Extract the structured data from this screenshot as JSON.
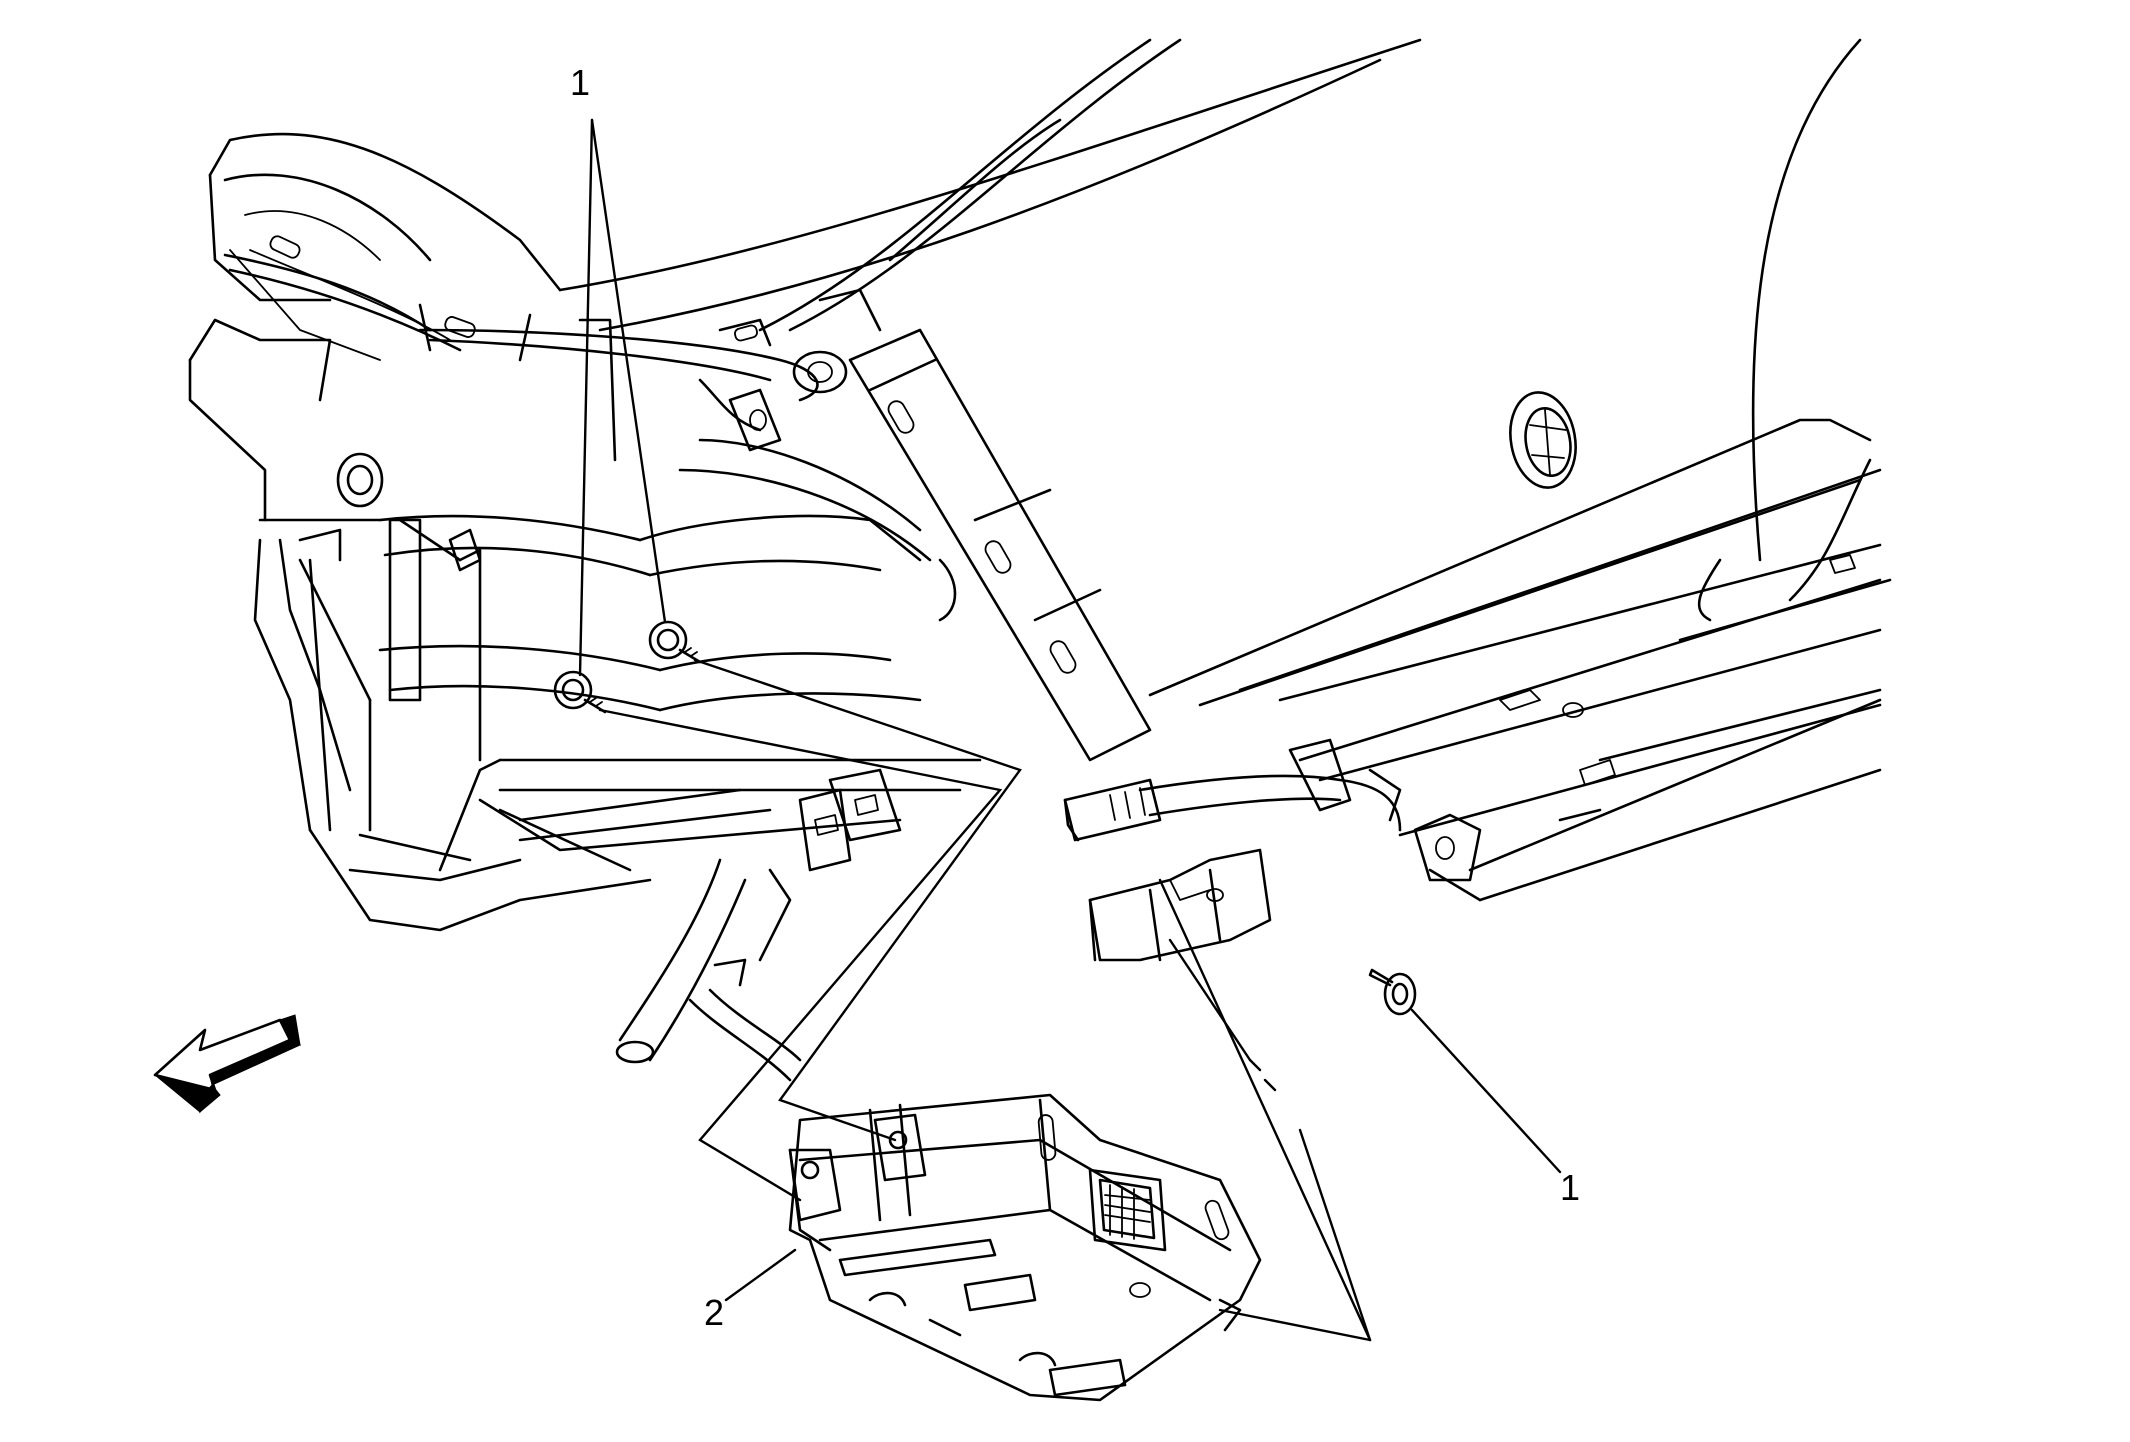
{
  "callouts": {
    "fastener_top": "1",
    "fastener_right": "1",
    "module": "2"
  }
}
